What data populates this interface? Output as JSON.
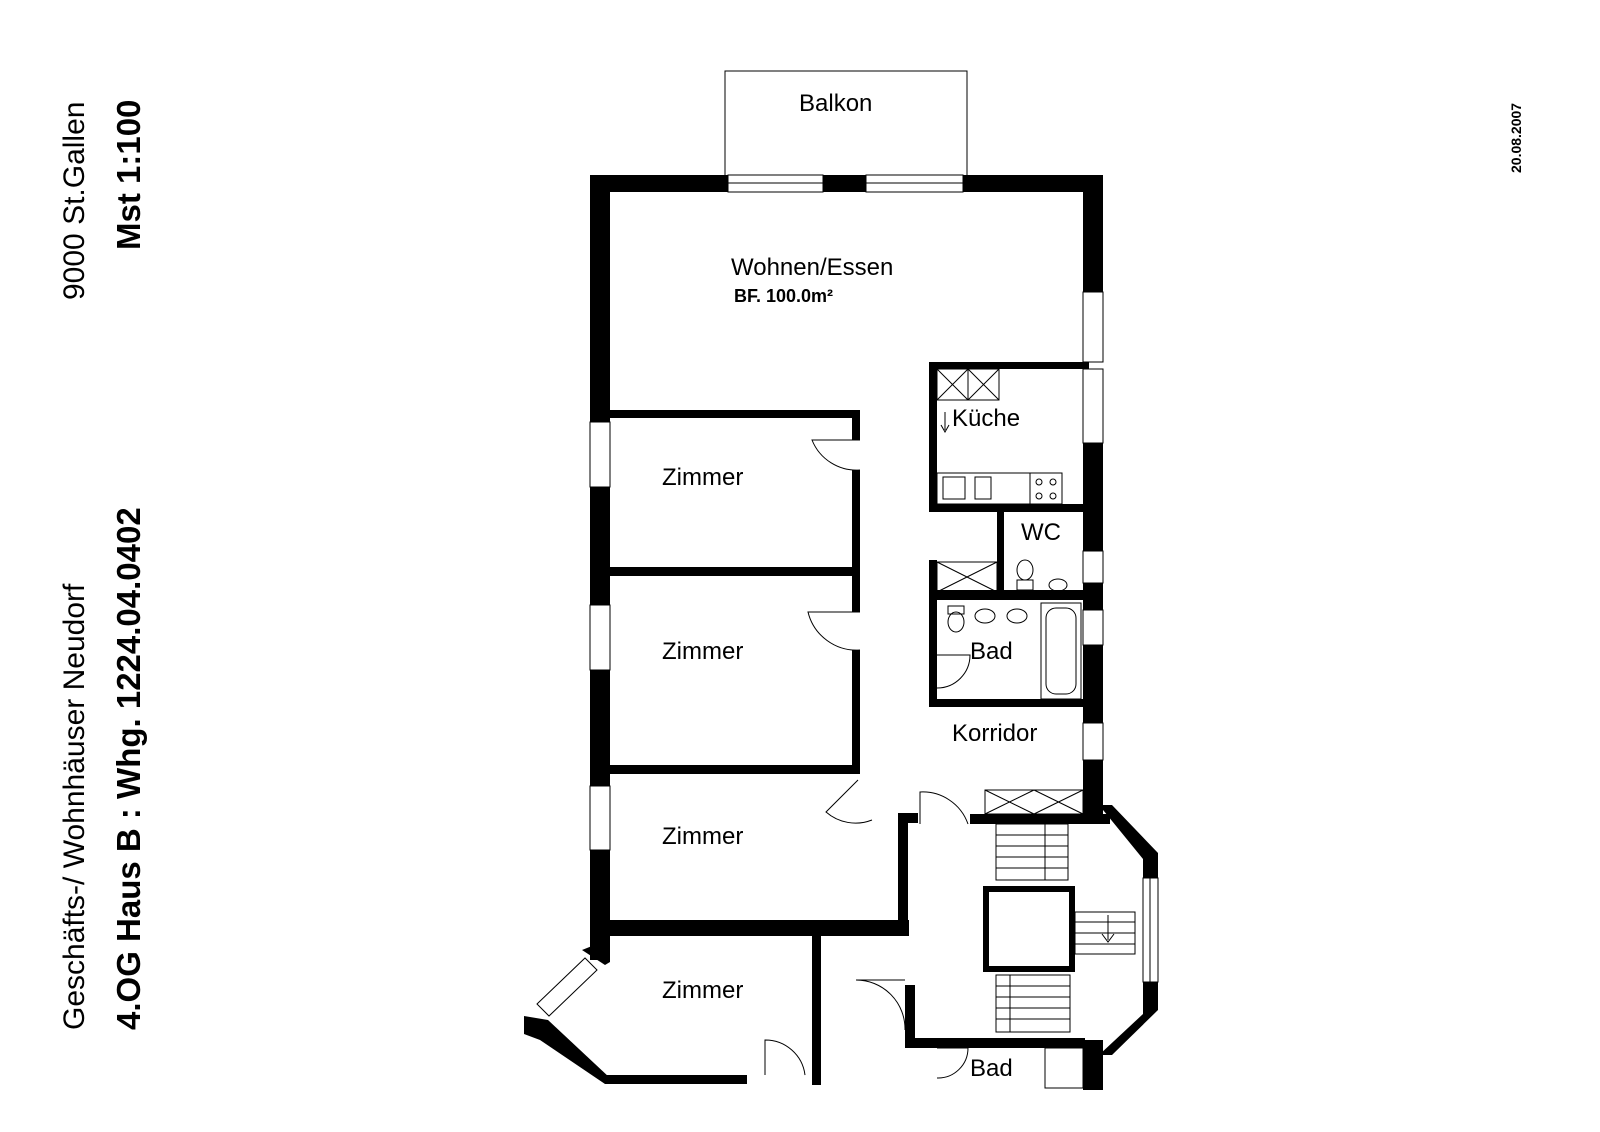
{
  "header": {
    "location": "9000 St.Gallen",
    "scale": "Mst 1:100",
    "project": "Geschäfts-/ Wohnhäuser Neudorf",
    "unit": "4.OG Haus B : Whg. 1224.04.0402",
    "date": "20.08.2007"
  },
  "rooms": {
    "balkon": "Balkon",
    "wohnen": "Wohnen/Essen",
    "wohnen_area": "BF. 100.0m²",
    "kueche": "Küche",
    "wc": "WC",
    "bad": "Bad",
    "korridor": "Korridor",
    "zimmer1": "Zimmer",
    "zimmer2": "Zimmer",
    "zimmer3": "Zimmer",
    "zimmer4": "Zimmer",
    "bad2": "Bad"
  }
}
